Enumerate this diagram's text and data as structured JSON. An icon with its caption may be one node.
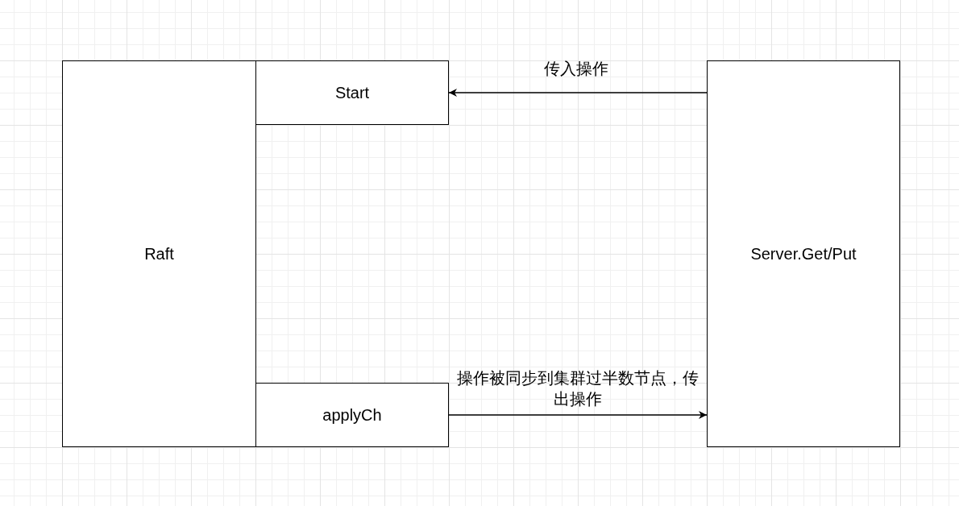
{
  "diagram": {
    "nodes": [
      {
        "text": [
          "Raft"
        ]
      },
      {
        "text": [
          "Start"
        ]
      },
      {
        "text": [
          "applyCh"
        ]
      },
      {
        "text": [
          "Server.Get/Put"
        ]
      }
    ],
    "edges": [
      {
        "from": 3,
        "to": 1,
        "arrow": "to",
        "label": "传入操作"
      },
      {
        "from": 2,
        "to": 3,
        "arrow": "to",
        "label": "操作被同步到集群过半数节点，传出操作"
      }
    ]
  }
}
